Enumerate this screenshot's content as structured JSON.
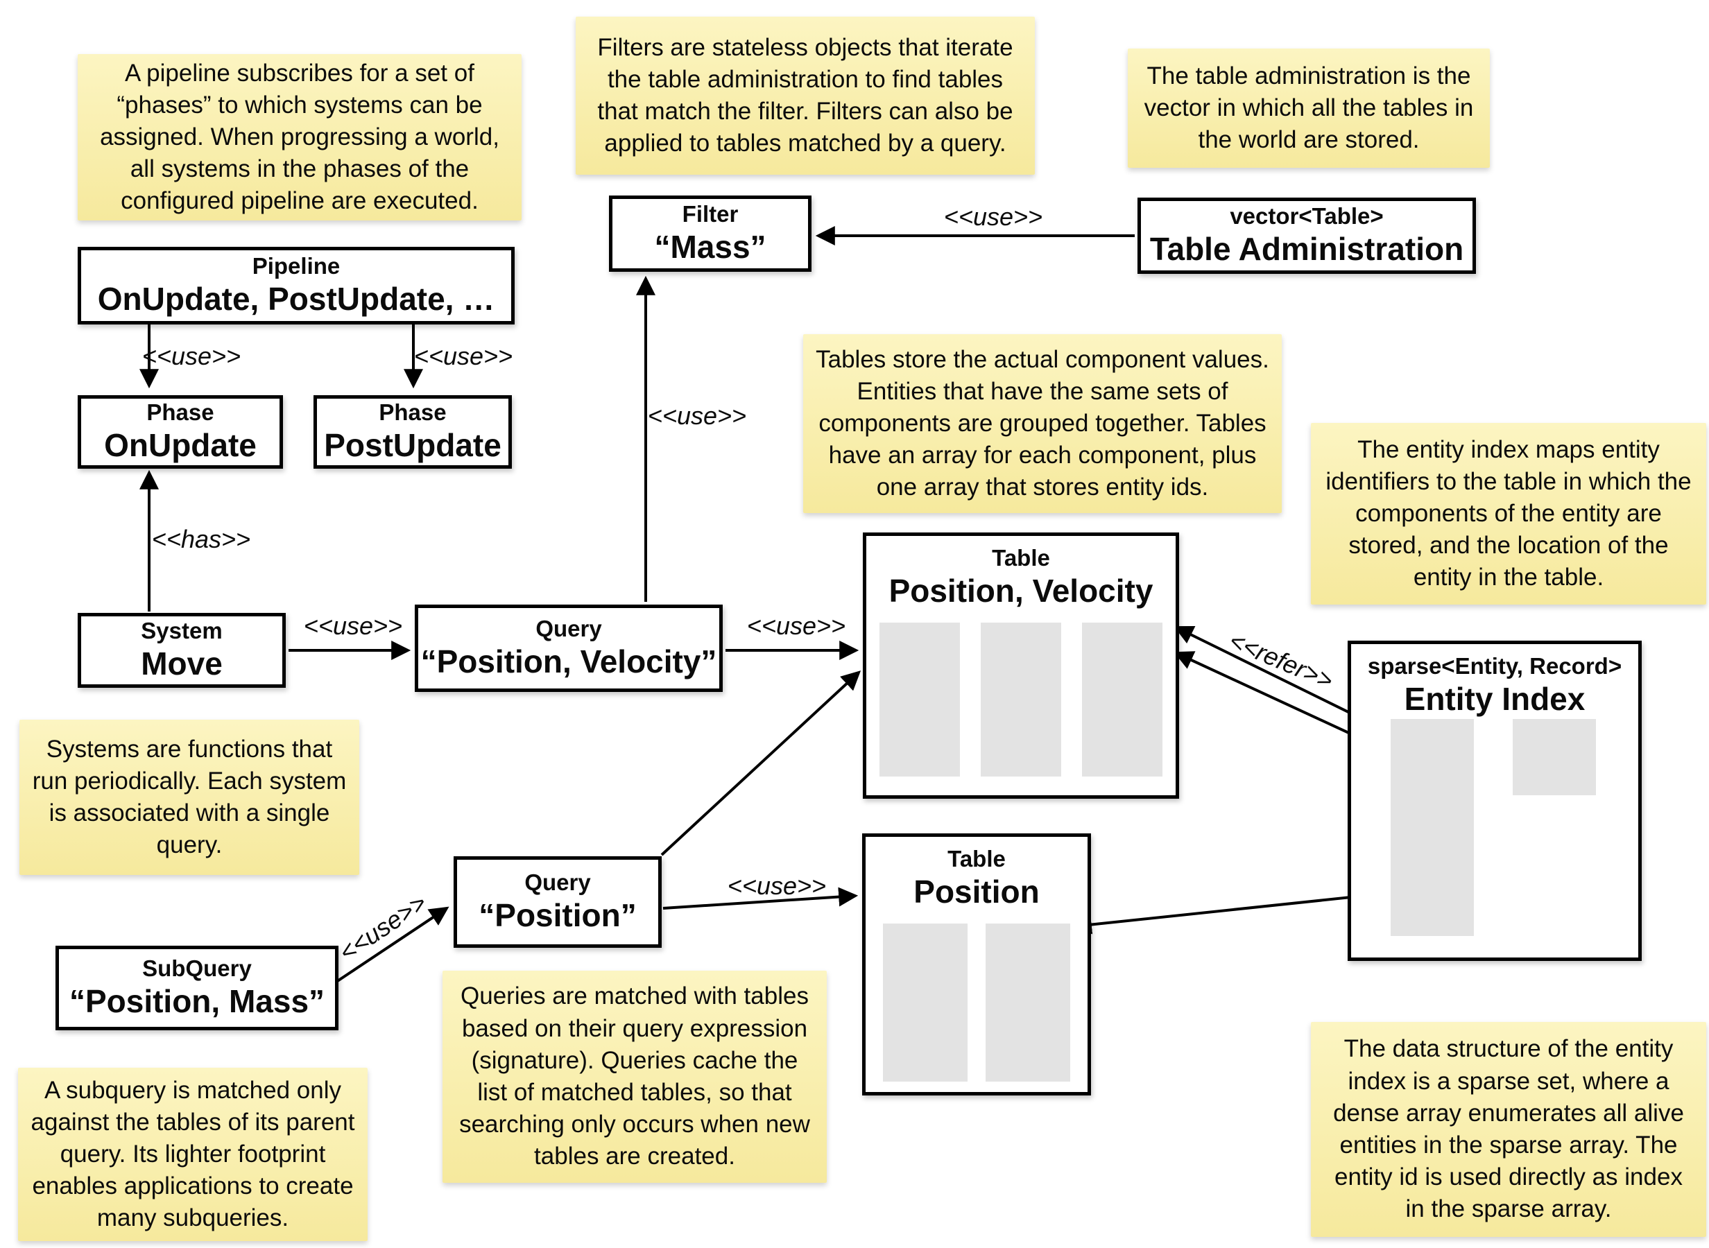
{
  "colors": {
    "background": "#ffffff",
    "note_fill_top": "#fcf5c2",
    "note_fill_bottom": "#f6e99d",
    "box_border": "#000000",
    "column_fill": "#e3e3e3",
    "line": "#000000"
  },
  "notes": {
    "pipeline": "A pipeline subscribes for a set of “phases” to which systems can be assigned. When progressing a world, all systems in the phases of the configured pipeline are executed.",
    "filters": "Filters are stateless objects that iterate the table administration to find tables that match the filter. Filters can also be applied to tables matched by a query.",
    "table_admin": "The table administration is the vector in which all the tables in the world are stored.",
    "tables": "Tables store the actual component values. Entities that have the same sets of components are grouped together. Tables have an array for each component, plus one array that stores entity ids.",
    "entity_index": "The entity index maps entity identifiers to the table in which the components of the entity are stored, and the location of the entity in the table.",
    "systems": "Systems are functions that run periodically. Each system is associated with a single query.",
    "queries": "Queries are matched with tables based on their query expression (signature). Queries cache the list of matched tables, so that searching only occurs when new tables are created.",
    "subquery": "A subquery is matched only against the tables of its parent query. Its lighter footprint enables applications to create many subqueries.",
    "sparse_set": "The data structure of the entity index is a sparse set, where a dense array enumerates all alive entities in the sparse array. The entity id is used directly as index in the sparse array."
  },
  "boxes": {
    "pipeline": {
      "stereotype": "Pipeline",
      "name": "OnUpdate, PostUpdate, …"
    },
    "phase_onupdate": {
      "stereotype": "Phase",
      "name": "OnUpdate"
    },
    "phase_postupdate": {
      "stereotype": "Phase",
      "name": "PostUpdate"
    },
    "system_move": {
      "stereotype": "System",
      "name": "Move"
    },
    "query_position_velocity": {
      "stereotype": "Query",
      "name": "“Position, Velocity”"
    },
    "filter_mass": {
      "stereotype": "Filter",
      "name": "“Mass”"
    },
    "table_administration": {
      "stereotype": "vector<Table>",
      "name": "Table Administration"
    },
    "table_position_velocity": {
      "stereotype": "Table",
      "name": "Position, Velocity"
    },
    "table_position": {
      "stereotype": "Table",
      "name": "Position"
    },
    "query_position": {
      "stereotype": "Query",
      "name": "“Position”"
    },
    "subquery_position_mass": {
      "stereotype": "SubQuery",
      "name": "“Position, Mass”"
    },
    "entity_index": {
      "stereotype": "sparse<Entity, Record>",
      "name": "Entity Index"
    }
  },
  "edge_labels": {
    "use": "<<use>>",
    "has": "<<has>>",
    "refer": "<<refer>>"
  }
}
